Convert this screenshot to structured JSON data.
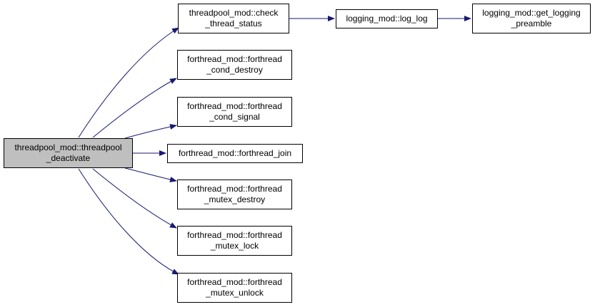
{
  "colors": {
    "edge": "#191970",
    "root_fill": "#bfbfbf",
    "node_fill": "#ffffff",
    "border": "#000000"
  },
  "nodes": {
    "root": {
      "line1": "threadpool_mod::threadpool",
      "line2": "_deactivate"
    },
    "check": {
      "line1": "threadpool_mod::check",
      "line2": "_thread_status"
    },
    "cdestroy": {
      "line1": "forthread_mod::forthread",
      "line2": "_cond_destroy"
    },
    "csignal": {
      "line1": "forthread_mod::forthread",
      "line2": "_cond_signal"
    },
    "join": {
      "line1": "forthread_mod::forthread_join"
    },
    "mdestroy": {
      "line1": "forthread_mod::forthread",
      "line2": "_mutex_destroy"
    },
    "mlock": {
      "line1": "forthread_mod::forthread",
      "line2": "_mutex_lock"
    },
    "munlock": {
      "line1": "forthread_mod::forthread",
      "line2": "_mutex_unlock"
    },
    "loglog": {
      "line1": "logging_mod::log_log"
    },
    "preamble": {
      "line1": "logging_mod::get_logging",
      "line2": "_preamble"
    }
  },
  "edges": [
    {
      "from": "root",
      "to": "check"
    },
    {
      "from": "root",
      "to": "cdestroy"
    },
    {
      "from": "root",
      "to": "csignal"
    },
    {
      "from": "root",
      "to": "join"
    },
    {
      "from": "root",
      "to": "mdestroy"
    },
    {
      "from": "root",
      "to": "mlock"
    },
    {
      "from": "root",
      "to": "munlock"
    },
    {
      "from": "check",
      "to": "loglog"
    },
    {
      "from": "loglog",
      "to": "preamble"
    }
  ]
}
